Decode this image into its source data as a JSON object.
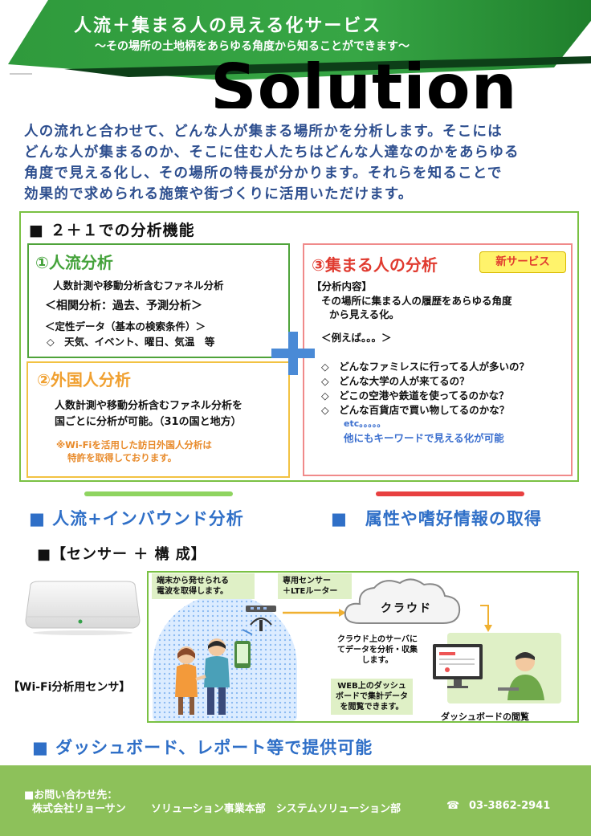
{
  "header": {
    "title": "人流＋集まる人の見える化サービス",
    "subtitle": "～その場所の土地柄をあらゆる角度から知ることができます～",
    "solution_word": "Solution"
  },
  "intro": {
    "lines": [
      "人の流れと合わせて、どんな人が集まる場所かを分析します。そこには",
      "どんな人が集まるのか、そこに住む人たちはどんな人達なのかをあらゆる",
      "角度で見える化し、その場所の特長が分かります。それらを知ることで",
      "効果的で求められる施策や街づくりに活用いただけます。"
    ]
  },
  "analysis": {
    "section_title": "■ ２＋１での分析機能",
    "box1": {
      "title": "①人流分析",
      "line1": "人数計測や移動分析含むファネル分析",
      "line2": "＜相関分析：過去、予測分析＞",
      "line3": "＜定性データ（基本の検索条件）＞",
      "line4": "◇　天気、イベント、曜日、気温　等"
    },
    "box2": {
      "title": "②外国人分析",
      "line1": "人数計測や移動分析含むファネル分析を",
      "line2": "国ごとに分析が可能。（31の国と地方）",
      "note1": "※Wi-Fiを活用した訪日外国人分析は",
      "note2": "特許を取得しております。"
    },
    "box3": {
      "title": "③集まる人の分析",
      "badge": "新サービス",
      "content_label": "【分析内容】",
      "content1": "その場所に集まる人の履歴をあらゆる角度",
      "content2": "から見える化。",
      "example": "＜例えば。。。＞",
      "examples": [
        "◇　どんなファミレスに行ってる人が多いの？",
        "◇　どんな大学の人が来てるの？",
        "◇　どこの空港や鉄道を使ってるのかな？",
        "◇　どんな百貨店で買い物してるのかな？"
      ],
      "etc": "etc。。。。。",
      "more": "他にもキーワードで見える化が可能"
    }
  },
  "headings": {
    "left": "■  人流+インバウンド分析",
    "right": "■　属性や嗜好情報の取得",
    "config": "■【センサー ＋ 構 成】",
    "dashboard": "■  ダッシュボード、レポート等で提供可能"
  },
  "diagram": {
    "sensor_label": "【Wi-Fi分析用センサ】",
    "callout_radio": [
      "端末から発せられる",
      "電波を取得します。"
    ],
    "callout_sensor": [
      "専用センサー",
      "＋LTEルーター"
    ],
    "cloud": "クラウド",
    "callout_cloud": [
      "クラウド上のサーバに",
      "てデータを分析・収集",
      "します。"
    ],
    "callout_web": [
      "WEB上のダッシュ",
      "ボードで集計データ",
      "を閲覧できます。"
    ],
    "dashboard_caption": "ダッシュボードの閲覧"
  },
  "footer": {
    "contact_label": "■お問い合わせ先：",
    "company": "株式会社リョーサン",
    "department": "ソリューション事業本部　システムソリューション部",
    "phone_icon_glyph": "☎",
    "phone": "03-3862-2941"
  },
  "colors": {
    "header_green": "#2f9a3c",
    "intro_blue": "#2e4f8f",
    "accent_green": "#7ac143",
    "accent_orange": "#f2c243",
    "accent_red": "#f08a8a",
    "heading_blue": "#2f6fc7",
    "footer_green": "#8dc15a"
  }
}
